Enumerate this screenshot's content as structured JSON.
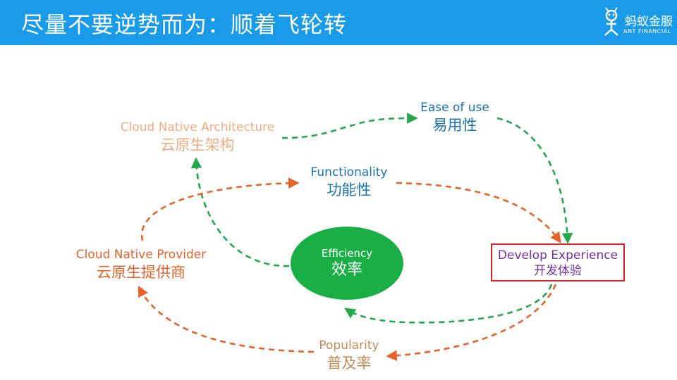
{
  "header": {
    "title": "尽量不要逆势而为：顺着飞轮转",
    "logo_cn": "蚂蚁金服",
    "logo_en": "ANT FINANCIAL"
  },
  "nodes": {
    "architecture": {
      "en": "Cloud Native Architecture",
      "cn": "云原生架构"
    },
    "ease": {
      "en": "Ease of use",
      "cn": "易用性"
    },
    "functionality": {
      "en": "Functionality",
      "cn": "功能性"
    },
    "provider": {
      "en": "Cloud Native Provider",
      "cn": "云原生提供商"
    },
    "efficiency": {
      "en": "Efficiency",
      "cn": "效率"
    },
    "develop": {
      "en": "Develop Experience",
      "cn": "开发体验"
    },
    "popularity": {
      "en": "Popularity",
      "cn": "普及率"
    }
  },
  "colors": {
    "header": "#1a9be9",
    "green_arrow": "#22a84a",
    "orange_arrow": "#e8622a",
    "efficiency_fill": "#1aaf45",
    "develop_border": "#d61f26"
  }
}
